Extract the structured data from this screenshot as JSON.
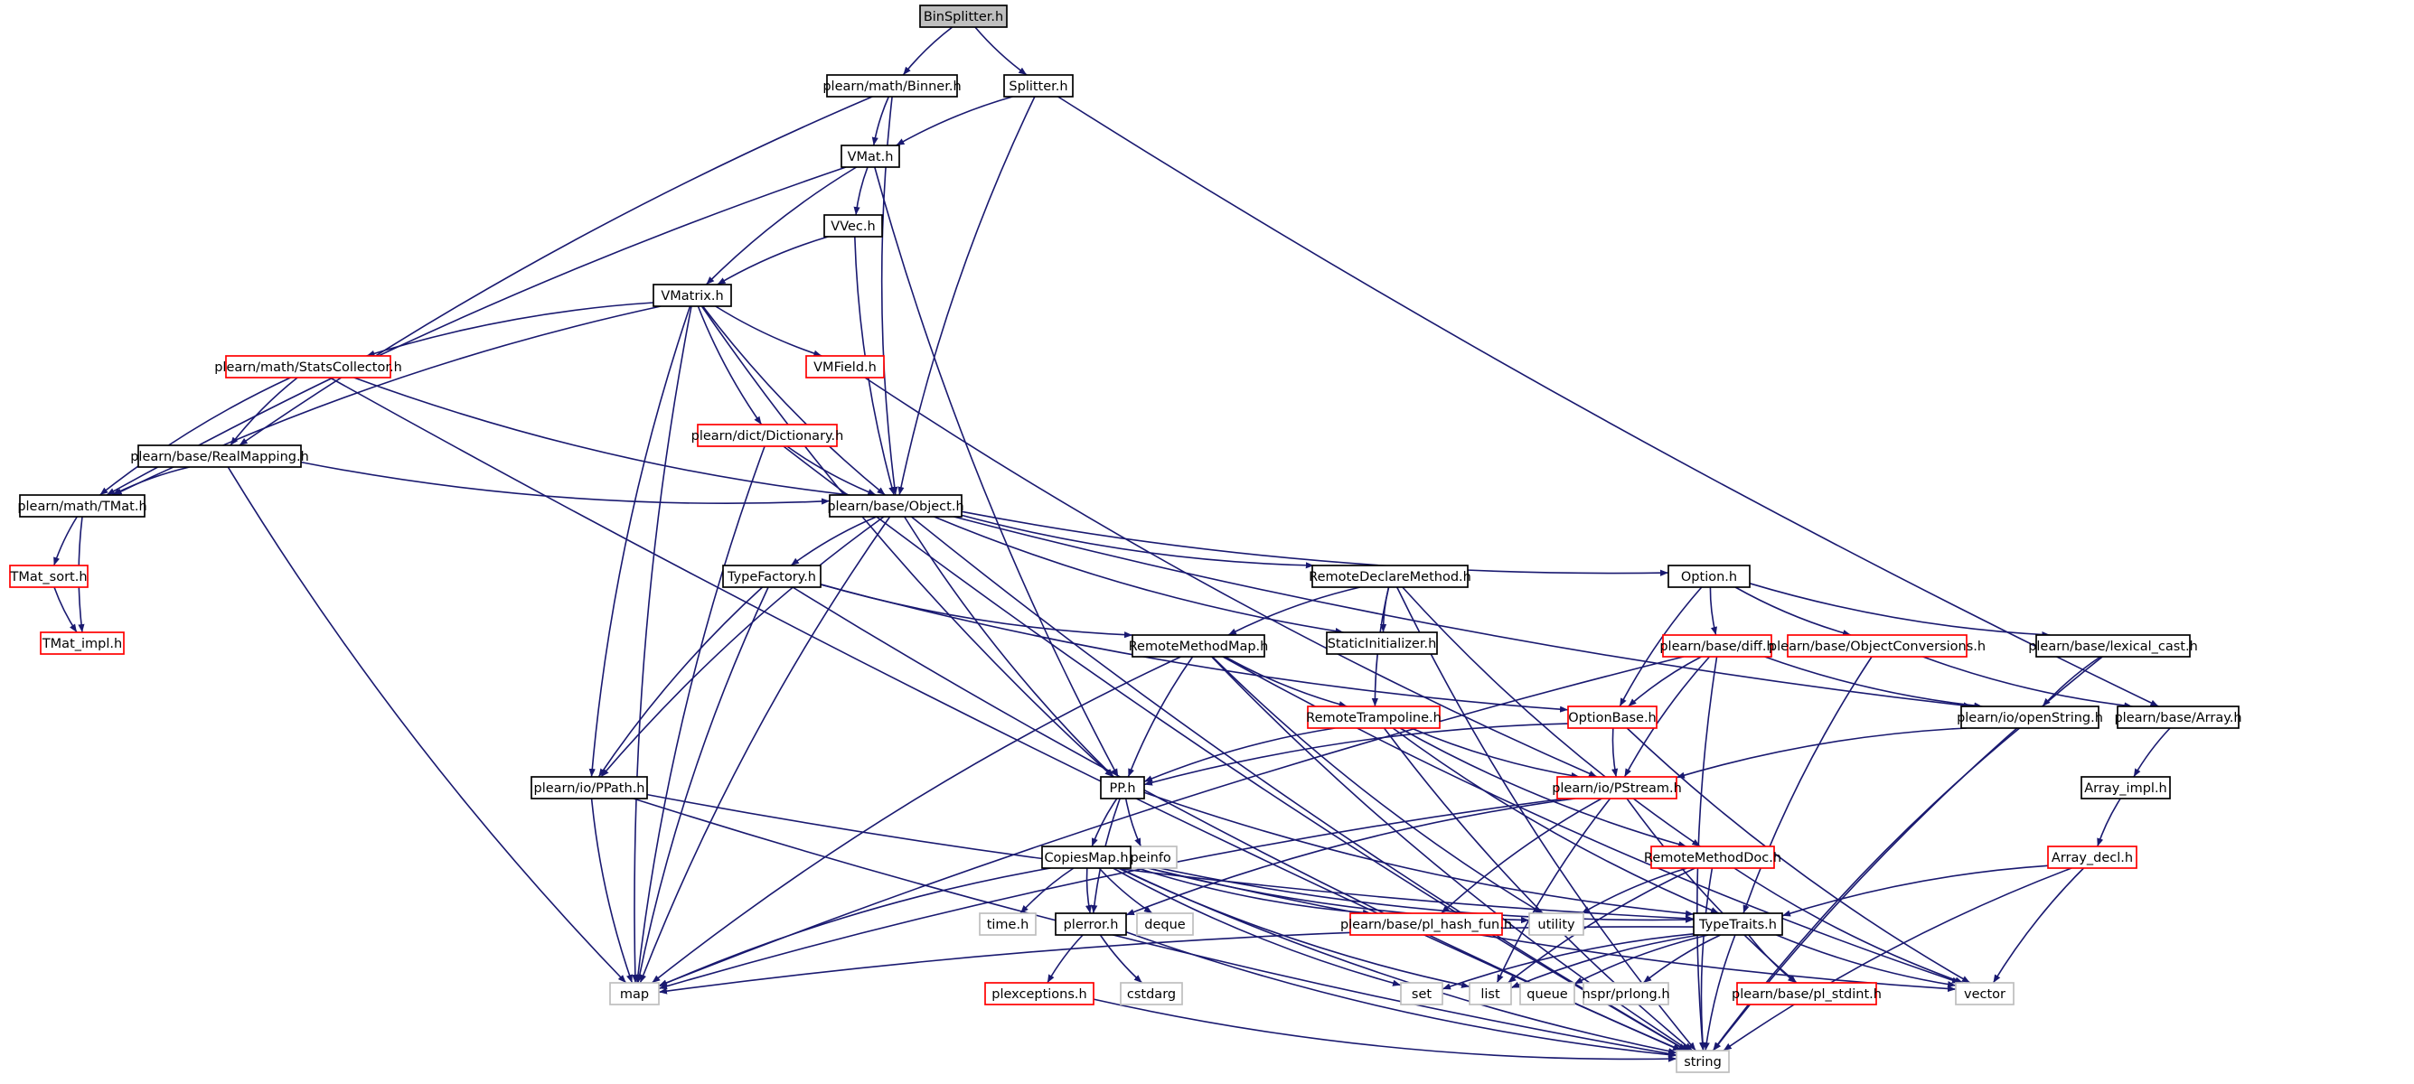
{
  "diagram": {
    "style": {
      "edge_color": "#191970",
      "root_fill": "#bfbfbf",
      "node_border_default": "#000000",
      "node_border_truncated": "#ff0000",
      "node_border_system": "#bfbfbf"
    },
    "nodes": [
      {
        "id": "binsplitter",
        "label": "BinSplitter.h",
        "kind": "root"
      },
      {
        "id": "binner",
        "label": "plearn/math/Binner.h",
        "kind": "default"
      },
      {
        "id": "splitter",
        "label": "Splitter.h",
        "kind": "default"
      },
      {
        "id": "vmat",
        "label": "VMat.h",
        "kind": "default"
      },
      {
        "id": "vvec",
        "label": "VVec.h",
        "kind": "default"
      },
      {
        "id": "vmatrix",
        "label": "VMatrix.h",
        "kind": "default"
      },
      {
        "id": "statscollector",
        "label": "plearn/math/StatsCollector.h",
        "kind": "truncated"
      },
      {
        "id": "vmfield",
        "label": "VMField.h",
        "kind": "truncated"
      },
      {
        "id": "dictionary",
        "label": "plearn/dict/Dictionary.h",
        "kind": "truncated"
      },
      {
        "id": "realmapping",
        "label": "plearn/base/RealMapping.h",
        "kind": "default"
      },
      {
        "id": "tmat",
        "label": "plearn/math/TMat.h",
        "kind": "default"
      },
      {
        "id": "object",
        "label": "plearn/base/Object.h",
        "kind": "default"
      },
      {
        "id": "tmatsort",
        "label": "TMat_sort.h",
        "kind": "truncated"
      },
      {
        "id": "tmatimpl",
        "label": "TMat_impl.h",
        "kind": "truncated"
      },
      {
        "id": "typefactory",
        "label": "TypeFactory.h",
        "kind": "default"
      },
      {
        "id": "remotedeclare",
        "label": "RemoteDeclareMethod.h",
        "kind": "default"
      },
      {
        "id": "option",
        "label": "Option.h",
        "kind": "default"
      },
      {
        "id": "staticinit",
        "label": "StaticInitializer.h",
        "kind": "default"
      },
      {
        "id": "remotemethodmap",
        "label": "RemoteMethodMap.h",
        "kind": "default"
      },
      {
        "id": "diff",
        "label": "plearn/base/diff.h",
        "kind": "truncated"
      },
      {
        "id": "objconv",
        "label": "plearn/base/ObjectConversions.h",
        "kind": "truncated"
      },
      {
        "id": "lexicalcast",
        "label": "plearn/base/lexical_cast.h",
        "kind": "default"
      },
      {
        "id": "remotetrampoline",
        "label": "RemoteTrampoline.h",
        "kind": "truncated"
      },
      {
        "id": "optionbase",
        "label": "OptionBase.h",
        "kind": "truncated"
      },
      {
        "id": "openstring",
        "label": "plearn/io/openString.h",
        "kind": "default"
      },
      {
        "id": "array",
        "label": "plearn/base/Array.h",
        "kind": "default"
      },
      {
        "id": "ppath",
        "label": "plearn/io/PPath.h",
        "kind": "default"
      },
      {
        "id": "pp",
        "label": "PP.h",
        "kind": "default"
      },
      {
        "id": "pstream",
        "label": "plearn/io/PStream.h",
        "kind": "truncated"
      },
      {
        "id": "arrayimpl",
        "label": "Array_impl.h",
        "kind": "default"
      },
      {
        "id": "typeinfo",
        "label": "typeinfo",
        "kind": "system"
      },
      {
        "id": "copiesmap",
        "label": "CopiesMap.h",
        "kind": "default"
      },
      {
        "id": "remotemethoddoc",
        "label": "RemoteMethodDoc.h",
        "kind": "truncated"
      },
      {
        "id": "arraydecl",
        "label": "Array_decl.h",
        "kind": "truncated"
      },
      {
        "id": "timeh",
        "label": "time.h",
        "kind": "system"
      },
      {
        "id": "plerror",
        "label": "plerror.h",
        "kind": "default"
      },
      {
        "id": "deque",
        "label": "deque",
        "kind": "system"
      },
      {
        "id": "plhashfun",
        "label": "plearn/base/pl_hash_fun.h",
        "kind": "truncated"
      },
      {
        "id": "utility",
        "label": "utility",
        "kind": "system"
      },
      {
        "id": "typetraits",
        "label": "TypeTraits.h",
        "kind": "default"
      },
      {
        "id": "map",
        "label": "map",
        "kind": "system"
      },
      {
        "id": "set",
        "label": "set",
        "kind": "system"
      },
      {
        "id": "list",
        "label": "list",
        "kind": "system"
      },
      {
        "id": "queue",
        "label": "queue",
        "kind": "system"
      },
      {
        "id": "nsprprlong",
        "label": "nspr/prlong.h",
        "kind": "system"
      },
      {
        "id": "plstdint",
        "label": "plearn/base/pl_stdint.h",
        "kind": "truncated"
      },
      {
        "id": "vector",
        "label": "vector",
        "kind": "system"
      },
      {
        "id": "plexceptions",
        "label": "plexceptions.h",
        "kind": "truncated"
      },
      {
        "id": "cstdarg",
        "label": "cstdarg",
        "kind": "system"
      },
      {
        "id": "string",
        "label": "string",
        "kind": "system"
      }
    ],
    "edges": [
      [
        "binsplitter",
        "binner"
      ],
      [
        "binsplitter",
        "splitter"
      ],
      [
        "binner",
        "vmat"
      ],
      [
        "binner",
        "object"
      ],
      [
        "binner",
        "realmapping"
      ],
      [
        "splitter",
        "vmat"
      ],
      [
        "splitter",
        "object"
      ],
      [
        "splitter",
        "array"
      ],
      [
        "vmat",
        "vvec"
      ],
      [
        "vmat",
        "vmatrix"
      ],
      [
        "vmat",
        "tmat"
      ],
      [
        "vmat",
        "pp"
      ],
      [
        "vvec",
        "vmatrix"
      ],
      [
        "vvec",
        "object"
      ],
      [
        "vmatrix",
        "statscollector"
      ],
      [
        "vmatrix",
        "vmfield"
      ],
      [
        "vmatrix",
        "dictionary"
      ],
      [
        "vmatrix",
        "object"
      ],
      [
        "vmatrix",
        "tmat"
      ],
      [
        "vmatrix",
        "ppath"
      ],
      [
        "vmatrix",
        "pp"
      ],
      [
        "vmatrix",
        "map"
      ],
      [
        "statscollector",
        "realmapping"
      ],
      [
        "statscollector",
        "tmat"
      ],
      [
        "statscollector",
        "object"
      ],
      [
        "statscollector",
        "string"
      ],
      [
        "vmfield",
        "pstream"
      ],
      [
        "dictionary",
        "object"
      ],
      [
        "dictionary",
        "map"
      ],
      [
        "dictionary",
        "string"
      ],
      [
        "realmapping",
        "tmat"
      ],
      [
        "realmapping",
        "object"
      ],
      [
        "realmapping",
        "map"
      ],
      [
        "tmat",
        "tmatsort"
      ],
      [
        "tmat",
        "tmatimpl"
      ],
      [
        "tmatsort",
        "tmatimpl"
      ],
      [
        "object",
        "typefactory"
      ],
      [
        "object",
        "remotedeclare"
      ],
      [
        "object",
        "option"
      ],
      [
        "object",
        "staticinit"
      ],
      [
        "object",
        "pp"
      ],
      [
        "object",
        "ppath"
      ],
      [
        "object",
        "map"
      ],
      [
        "object",
        "openstring"
      ],
      [
        "object",
        "string"
      ],
      [
        "typefactory",
        "remotemethodmap"
      ],
      [
        "typefactory",
        "ppath"
      ],
      [
        "typefactory",
        "map"
      ],
      [
        "typefactory",
        "string"
      ],
      [
        "typefactory",
        "optionbase"
      ],
      [
        "remotedeclare",
        "remotemethodmap"
      ],
      [
        "remotedeclare",
        "staticinit"
      ],
      [
        "remotedeclare",
        "remotetrampoline"
      ],
      [
        "remotedeclare",
        "remotemethoddoc"
      ],
      [
        "remotedeclare",
        "string"
      ],
      [
        "option",
        "diff"
      ],
      [
        "option",
        "objconv"
      ],
      [
        "option",
        "lexicalcast"
      ],
      [
        "option",
        "optionbase"
      ],
      [
        "remotemethodmap",
        "remotetrampoline"
      ],
      [
        "remotemethodmap",
        "pp"
      ],
      [
        "remotemethodmap",
        "map"
      ],
      [
        "remotemethodmap",
        "string"
      ],
      [
        "remotemethodmap",
        "utility"
      ],
      [
        "remotemethodmap",
        "vector"
      ],
      [
        "diff",
        "optionbase"
      ],
      [
        "diff",
        "pstream"
      ],
      [
        "diff",
        "openstring"
      ],
      [
        "diff",
        "map"
      ],
      [
        "diff",
        "string"
      ],
      [
        "objconv",
        "array"
      ],
      [
        "objconv",
        "typetraits"
      ],
      [
        "lexicalcast",
        "openstring"
      ],
      [
        "lexicalcast",
        "string"
      ],
      [
        "remotetrampoline",
        "pp"
      ],
      [
        "remotetrampoline",
        "pstream"
      ],
      [
        "remotetrampoline",
        "remotemethoddoc"
      ],
      [
        "remotetrampoline",
        "typetraits"
      ],
      [
        "remotetrampoline",
        "string"
      ],
      [
        "optionbase",
        "pp"
      ],
      [
        "optionbase",
        "pstream"
      ],
      [
        "optionbase",
        "vector"
      ],
      [
        "openstring",
        "pstream"
      ],
      [
        "openstring",
        "string"
      ],
      [
        "array",
        "arrayimpl"
      ],
      [
        "ppath",
        "map"
      ],
      [
        "ppath",
        "string"
      ],
      [
        "ppath",
        "typetraits"
      ],
      [
        "pp",
        "typeinfo"
      ],
      [
        "pp",
        "copiesmap"
      ],
      [
        "pp",
        "plerror"
      ],
      [
        "pp",
        "typetraits"
      ],
      [
        "pstream",
        "map"
      ],
      [
        "pstream",
        "plhashfun"
      ],
      [
        "pstream",
        "plerror"
      ],
      [
        "pstream",
        "list"
      ],
      [
        "pstream",
        "plstdint"
      ],
      [
        "arrayimpl",
        "arraydecl"
      ],
      [
        "copiesmap",
        "timeh"
      ],
      [
        "copiesmap",
        "plerror"
      ],
      [
        "copiesmap",
        "deque"
      ],
      [
        "copiesmap",
        "plhashfun"
      ],
      [
        "copiesmap",
        "utility"
      ],
      [
        "copiesmap",
        "typetraits"
      ],
      [
        "copiesmap",
        "map"
      ],
      [
        "copiesmap",
        "set"
      ],
      [
        "copiesmap",
        "list"
      ],
      [
        "copiesmap",
        "vector"
      ],
      [
        "copiesmap",
        "string"
      ],
      [
        "remotemethoddoc",
        "utility"
      ],
      [
        "remotemethoddoc",
        "list"
      ],
      [
        "remotemethoddoc",
        "vector"
      ],
      [
        "remotemethoddoc",
        "string"
      ],
      [
        "arraydecl",
        "typetraits"
      ],
      [
        "arraydecl",
        "vector"
      ],
      [
        "arraydecl",
        "string"
      ],
      [
        "plerror",
        "plexceptions"
      ],
      [
        "plerror",
        "cstdarg"
      ],
      [
        "plerror",
        "string"
      ],
      [
        "typetraits",
        "map"
      ],
      [
        "typetraits",
        "set"
      ],
      [
        "typetraits",
        "list"
      ],
      [
        "typetraits",
        "queue"
      ],
      [
        "typetraits",
        "nsprprlong"
      ],
      [
        "typetraits",
        "plstdint"
      ],
      [
        "typetraits",
        "vector"
      ],
      [
        "typetraits",
        "string"
      ],
      [
        "plexceptions",
        "string"
      ]
    ]
  }
}
